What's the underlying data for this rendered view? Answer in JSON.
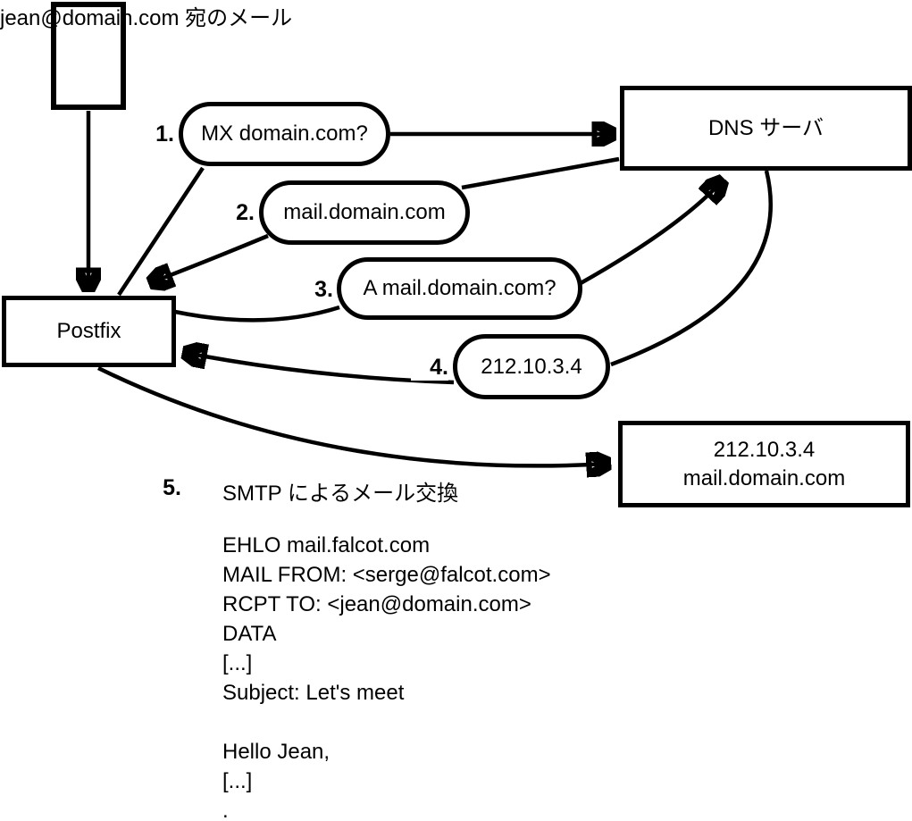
{
  "diagram": {
    "mail_label": "jean@domain.com 宛のメール",
    "nodes": {
      "postfix": "Postfix",
      "dns_server": "DNS サーバ",
      "mail_server_ip": "212.10.3.4",
      "mail_server_name": "mail.domain.com"
    },
    "steps": [
      {
        "num": "1.",
        "label": "MX domain.com?"
      },
      {
        "num": "2.",
        "label": "mail.domain.com"
      },
      {
        "num": "3.",
        "label": "A mail.domain.com?"
      },
      {
        "num": "4.",
        "label": "212.10.3.4"
      },
      {
        "num": "5.",
        "label": "SMTP によるメール交換"
      }
    ],
    "smtp_session": [
      "EHLO mail.falcot.com",
      "MAIL FROM: <serge@falcot.com>",
      "RCPT TO: <jean@domain.com>",
      "DATA",
      "[...]",
      "Subject: Let's meet",
      "",
      "Hello Jean,",
      "[...]",
      "."
    ]
  }
}
